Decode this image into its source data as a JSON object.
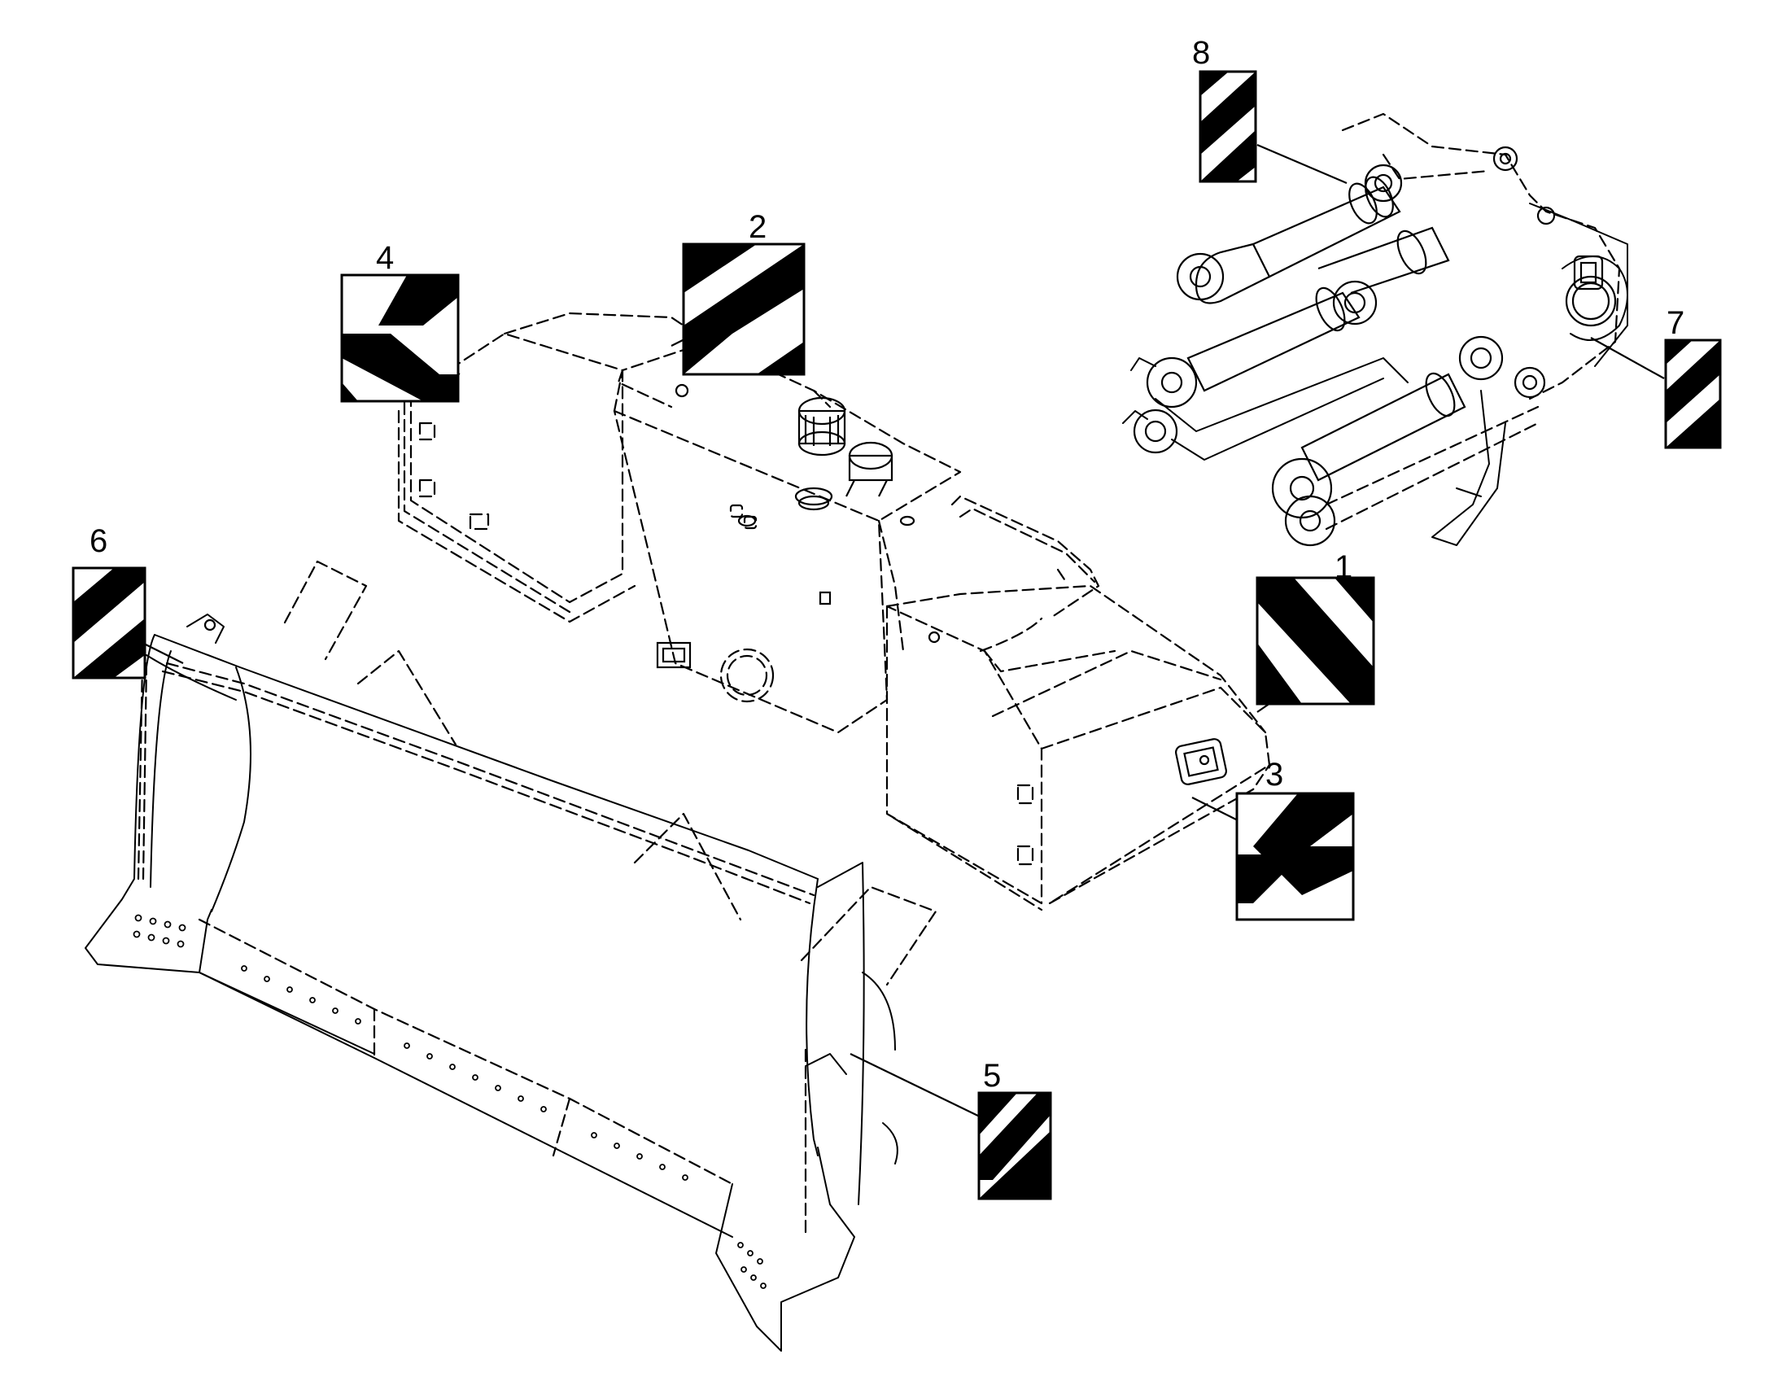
{
  "callouts": [
    {
      "id": "1",
      "label": "1"
    },
    {
      "id": "2",
      "label": "2"
    },
    {
      "id": "3",
      "label": "3"
    },
    {
      "id": "4",
      "label": "4"
    },
    {
      "id": "5",
      "label": "5"
    },
    {
      "id": "6",
      "label": "6"
    },
    {
      "id": "7",
      "label": "7"
    },
    {
      "id": "8",
      "label": "8"
    }
  ],
  "colors": {
    "line": "#000000",
    "background": "#ffffff",
    "stripe": "#000000"
  }
}
